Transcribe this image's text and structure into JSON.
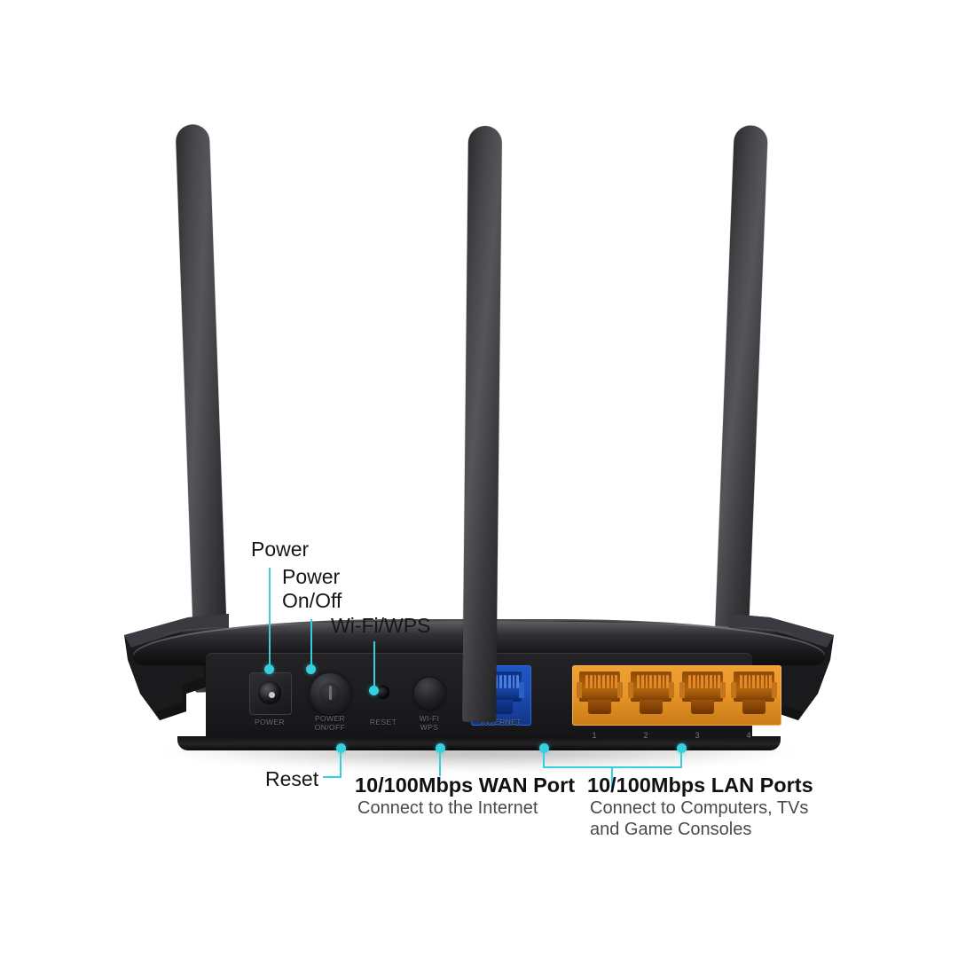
{
  "product": {
    "type": "wireless-router-rear-view",
    "antenna_count": 3,
    "body_color": "#1d1d20",
    "accent_colors": {
      "callout": "#35cfe0",
      "wan_port": "#1b4bb0",
      "lan_port": "#e8962a"
    }
  },
  "callouts": {
    "power": {
      "label": "Power"
    },
    "power_on_off": {
      "label": "Power\nOn/Off"
    },
    "wifi_wps": {
      "label": "Wi-Fi/WPS"
    },
    "reset": {
      "label": "Reset"
    },
    "wan": {
      "title": "10/100Mbps WAN Port",
      "subtitle": "Connect to the Internet"
    },
    "lan": {
      "title": "10/100Mbps LAN Ports",
      "subtitle": "Connect to Computers, TVs\nand Game Consoles"
    }
  },
  "silkscreen": {
    "power": "POWER",
    "power_on_off": "POWER\nON/OFF",
    "reset": "RESET",
    "wifi_wps": "WI-FI\nWPS",
    "internet": "INTERNET"
  },
  "lan_port_numbers": [
    "1",
    "2",
    "3",
    "4"
  ]
}
